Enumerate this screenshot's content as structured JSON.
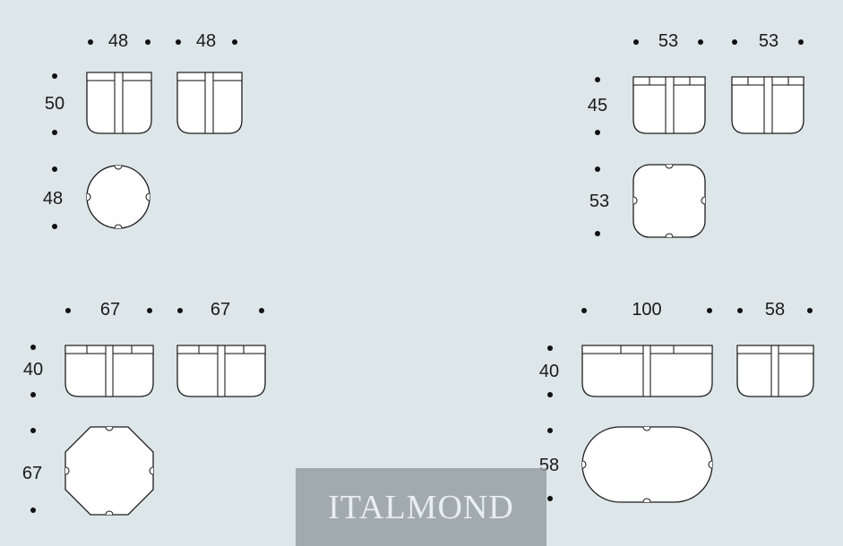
{
  "quadrants": {
    "top_left": {
      "seat_widths": [
        "48",
        "48"
      ],
      "seat_depth": "50",
      "table_size": "48",
      "table_shape": "round"
    },
    "top_right": {
      "seat_widths": [
        "53",
        "53"
      ],
      "seat_depth": "45",
      "table_size": "53",
      "table_shape": "rounded-square"
    },
    "bottom_left": {
      "seat_widths": [
        "67",
        "67"
      ],
      "seat_depth": "40",
      "table_size": "67",
      "table_shape": "octagon"
    },
    "bottom_right": {
      "seat_widths": [
        "100",
        "58"
      ],
      "seat_depth": "40",
      "table_size": "58",
      "table_shape": "oval"
    }
  },
  "watermark": "ITALMOND",
  "colors": {
    "background": "#dde6e8",
    "line": "#1e1e1e",
    "fill": "#ffffff"
  }
}
